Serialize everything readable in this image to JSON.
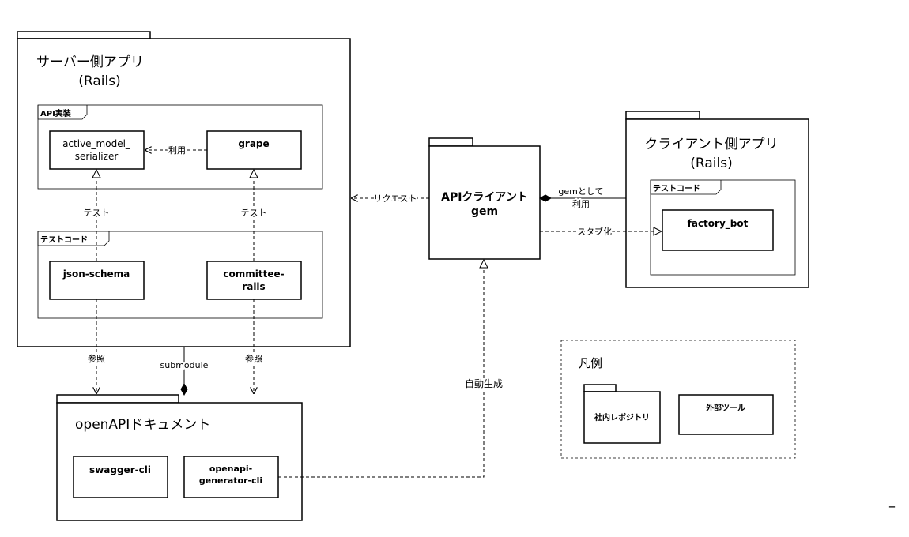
{
  "server_app": {
    "title_line1": "サーバー側アプリ",
    "title_line2": "(Rails)",
    "api_package": {
      "label": "API実装",
      "serializer_line1": "active_model_",
      "serializer_line2": "serializer",
      "grape": "grape",
      "uses_label": "利用"
    },
    "test_package": {
      "label": "テストコード",
      "json_schema": "json-schema",
      "committee_line1": "committee-",
      "committee_line2": "rails"
    },
    "test_label_left": "テスト",
    "test_label_right": "テスト"
  },
  "client_gem": {
    "line1": "APIクライアント",
    "line2": "gem"
  },
  "client_app": {
    "title_line1": "クライアント側アプリ",
    "title_line2": "(Rails)",
    "test_package": {
      "label": "テストコード",
      "factory_bot": "factory_bot"
    }
  },
  "openapi_doc": {
    "title": "openAPIドキュメント",
    "swagger_cli": "swagger-cli",
    "generator_line1": "openapi-",
    "generator_line2": "generator-cli"
  },
  "edges": {
    "request": "リクエスト",
    "gem_use_line1": "gemとして",
    "gem_use_line2": "利用",
    "stub": "スタブ化",
    "ref_left": "参照",
    "ref_right": "参照",
    "submodule": "submodule",
    "auto_generate": "自動生成"
  },
  "legend": {
    "title": "凡例",
    "repo": "社内レポジトリ",
    "external_tool": "外部ツール"
  },
  "footer_mark": "–"
}
